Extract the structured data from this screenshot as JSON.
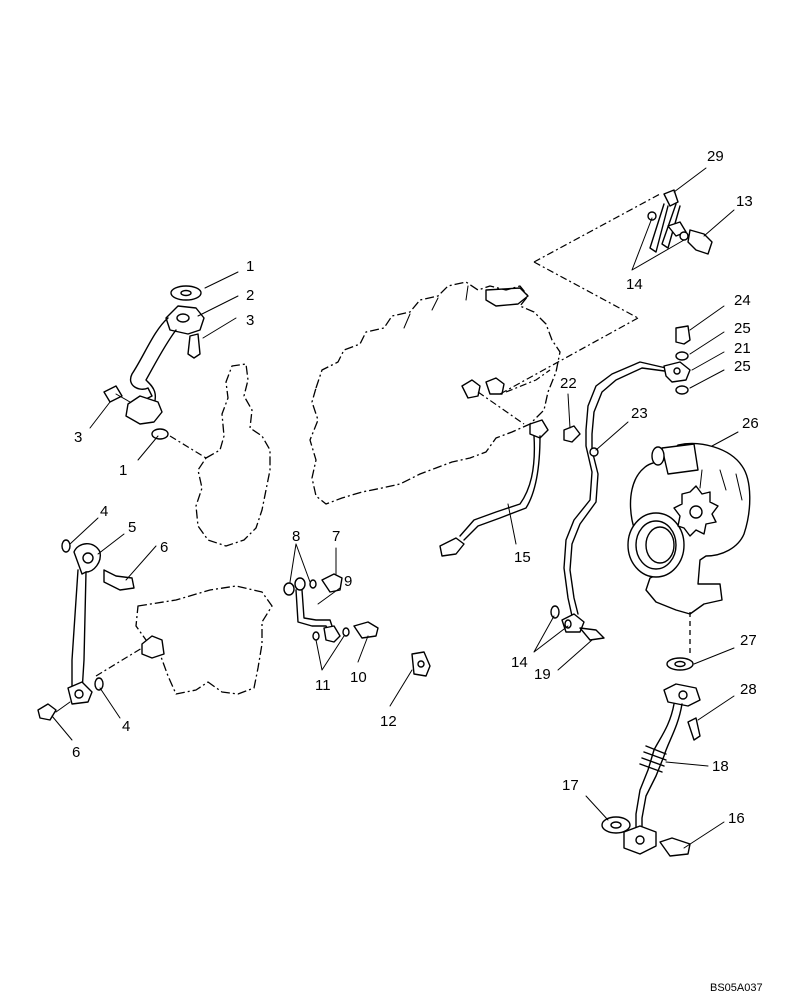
{
  "diagram": {
    "figure_code": "BS05A037",
    "callouts": [
      "1",
      "2",
      "3",
      "3",
      "1",
      "4",
      "5",
      "6",
      "4",
      "6",
      "8",
      "7",
      "9",
      "11",
      "10",
      "12",
      "15",
      "29",
      "13",
      "14",
      "24",
      "25",
      "21",
      "25",
      "22",
      "23",
      "26",
      "14",
      "19",
      "27",
      "28",
      "18",
      "17",
      "16"
    ]
  }
}
